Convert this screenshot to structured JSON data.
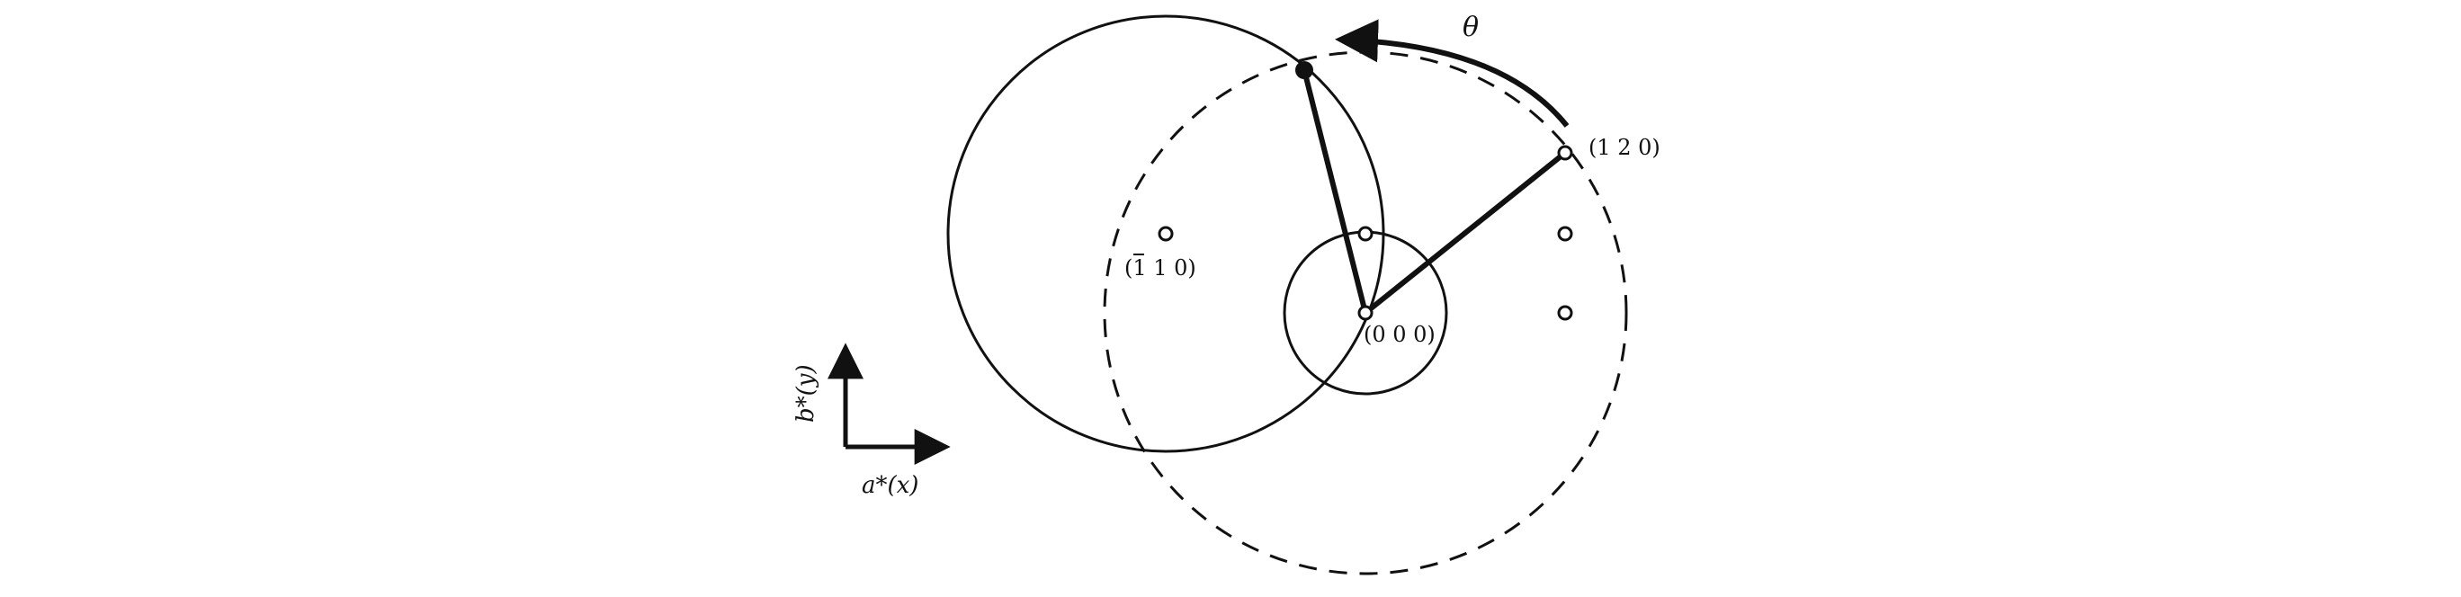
{
  "diagram": {
    "rotation_label": "θ",
    "points": {
      "origin": "(0 0 0)",
      "p120": "(1 2 0)",
      "pm110": "(1 1 0)"
    },
    "axes": {
      "x_label": "a*(x)",
      "y_label": "b*(y)"
    },
    "colors": {
      "ink": "#111111",
      "background": "#ffffff"
    }
  }
}
